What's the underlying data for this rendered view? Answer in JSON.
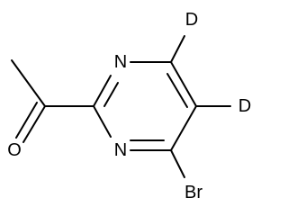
{
  "molecule": {
    "atoms": {
      "n_upper": "N",
      "n_lower": "N",
      "o": "O",
      "d_top": "D",
      "d_right": "D",
      "br": "Br"
    }
  }
}
